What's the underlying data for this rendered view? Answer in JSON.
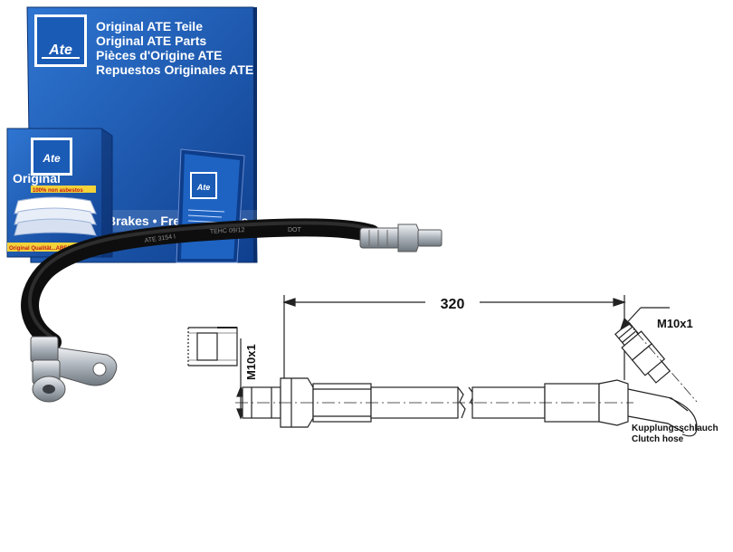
{
  "box": {
    "brand": "Ate",
    "lines": [
      "Original ATE Teile",
      "Original ATE Parts",
      "Pièces d'Origine ATE",
      "Repuestos Originales ATE"
    ],
    "bottom_band": "Brakes • Frei",
    "bottom_band_tail": "os"
  },
  "pad_box": {
    "brand": "Ate",
    "title": "Original",
    "asbestos": "100% non asbestos",
    "quality": "Original Qualität...ABE/ECE/R..."
  },
  "booklet": {
    "brand": "Ate"
  },
  "hose": {
    "print_1": "ATE 3154 I",
    "print_2": "TEHC 09/12",
    "print_3": "DOT"
  },
  "drawing": {
    "length_label": "320",
    "left_thread": "M10x1",
    "right_thread": "M10x1",
    "caption_de": "Kupplungsschlauch",
    "caption_en": "Clutch hose"
  },
  "colors": {
    "box_blue": "#1a5bb6",
    "box_blue_dark": "#0f3f8e",
    "hose_black": "#1c1c1c",
    "metal": "#b9bec4"
  }
}
